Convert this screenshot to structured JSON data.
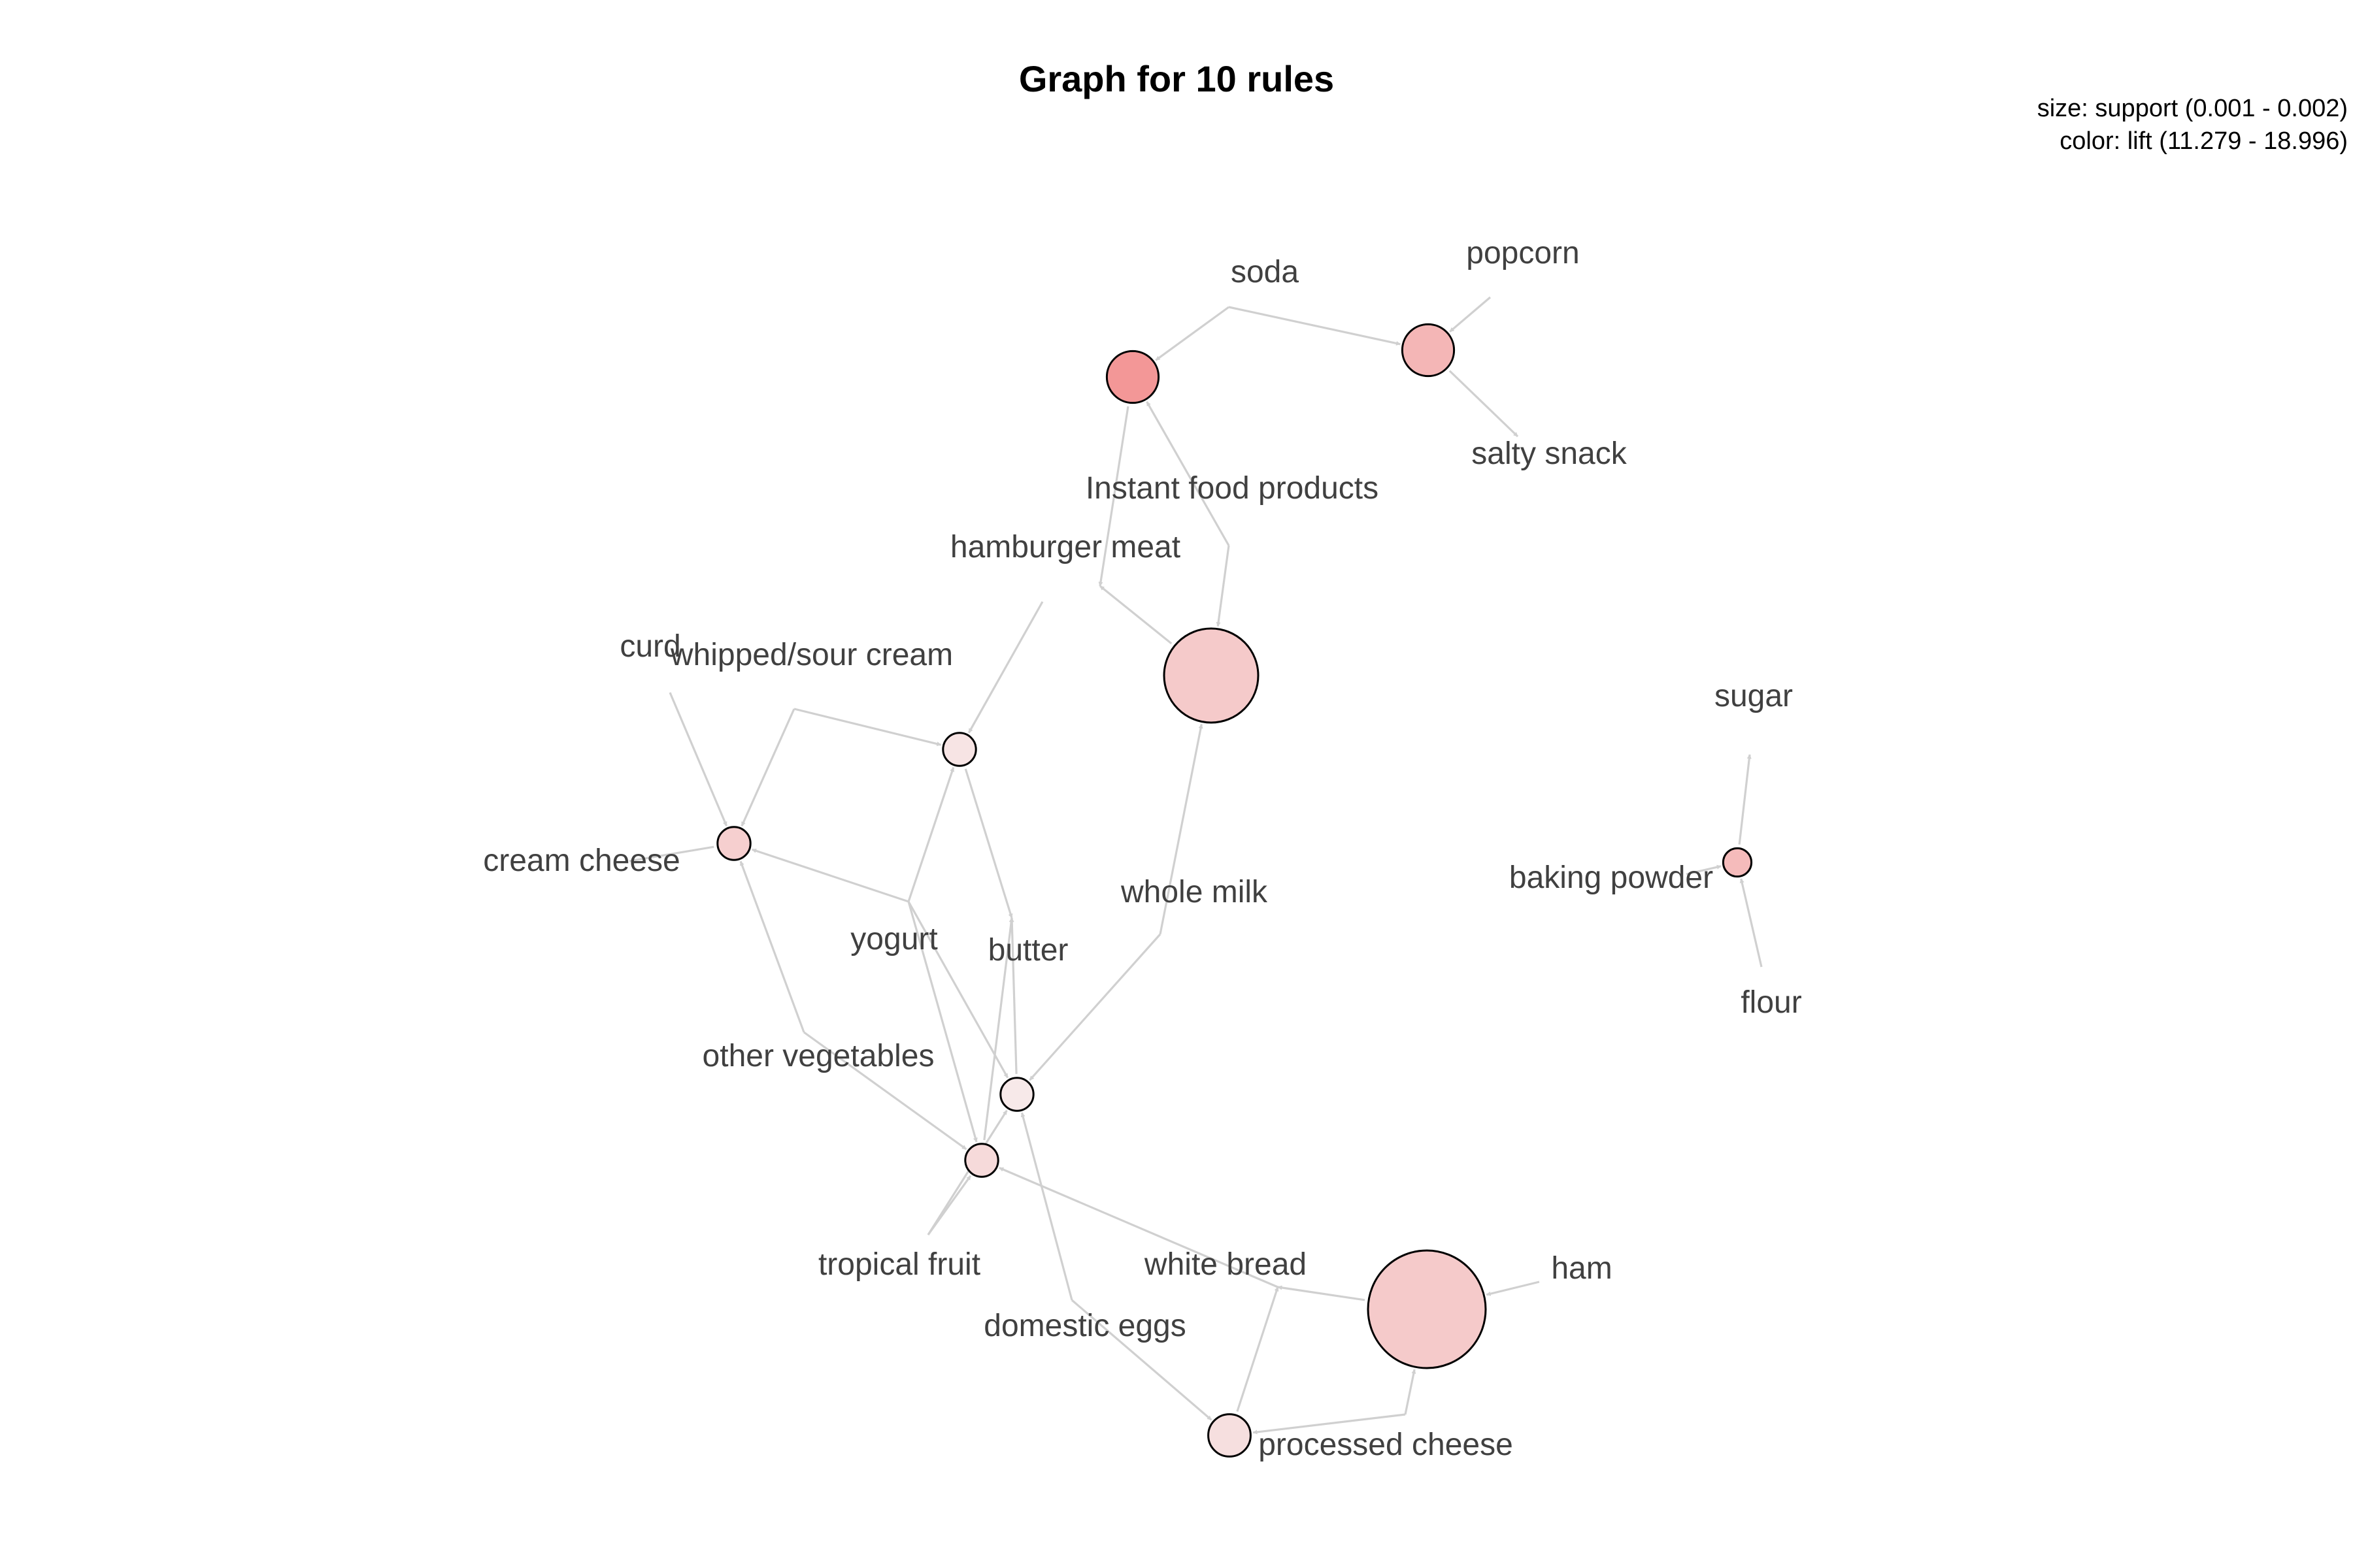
{
  "title": "Graph for 10 rules",
  "legend": {
    "size_line": "size: support (0.001 - 0.002)",
    "color_line": "color: lift (11.279 - 18.996)"
  },
  "colors": {
    "edge": "#d0d0d0",
    "label": "#404040",
    "node_stroke": "#000000",
    "lift_low": "#f7eeee",
    "lift_high": "#f28888"
  },
  "items": {
    "soda": "soda",
    "popcorn": "popcorn",
    "salty_snack": "salty snack",
    "instant_food": "Instant food products",
    "hamburger_meat": "hamburger meat",
    "curd": "curd",
    "whipped_sour_cream": "whipped/sour cream",
    "cream_cheese": "cream cheese",
    "yogurt": "yogurt",
    "butter": "butter",
    "whole_milk": "whole milk",
    "other_vegetables": "other vegetables",
    "tropical_fruit": "tropical fruit",
    "white_bread": "white bread",
    "domestic_eggs": "domestic eggs",
    "ham": "ham",
    "processed_cheese": "processed cheese",
    "sugar": "sugar",
    "baking_powder": "baking powder",
    "flour": "flour"
  },
  "rules": [
    {
      "id": "r1",
      "lhs": [
        "soda",
        "instant_food"
      ],
      "rhs": "hamburger_meat",
      "support_level": 0.3,
      "lift_level": 0.85
    },
    {
      "id": "r2",
      "lhs": [
        "soda",
        "popcorn"
      ],
      "rhs": "salty_snack",
      "support_level": 0.3,
      "lift_level": 0.55
    },
    {
      "id": "r3",
      "lhs": [
        "instant_food",
        "whole_milk"
      ],
      "rhs": "hamburger_meat",
      "support_level": 0.75,
      "lift_level": 0.35
    },
    {
      "id": "r4",
      "lhs": [
        "hamburger_meat",
        "whipped_sour_cream",
        "yogurt"
      ],
      "rhs": "butter",
      "support_level": 0.1,
      "lift_level": 0.1
    },
    {
      "id": "r5",
      "lhs": [
        "curd",
        "whipped_sour_cream",
        "yogurt",
        "other_vegetables"
      ],
      "rhs": "cream_cheese",
      "support_level": 0.1,
      "lift_level": 0.3
    },
    {
      "id": "r6",
      "lhs": [
        "yogurt",
        "whole_milk",
        "domestic_eggs",
        "tropical_fruit"
      ],
      "rhs": "butter",
      "support_level": 0.1,
      "lift_level": 0.05
    },
    {
      "id": "r7",
      "lhs": [
        "yogurt",
        "other_vegetables",
        "white_bread",
        "tropical_fruit"
      ],
      "rhs": "butter",
      "support_level": 0.1,
      "lift_level": 0.2
    },
    {
      "id": "r8",
      "lhs": [
        "ham",
        "processed_cheese"
      ],
      "rhs": "white_bread",
      "support_level": 1.0,
      "lift_level": 0.35
    },
    {
      "id": "r9",
      "lhs": [
        "domestic_eggs",
        "processed_cheese"
      ],
      "rhs": "white_bread",
      "support_level": 0.2,
      "lift_level": 0.15
    },
    {
      "id": "r10",
      "lhs": [
        "baking_powder",
        "flour"
      ],
      "rhs": "sugar",
      "support_level": 0.05,
      "lift_level": 0.5
    }
  ]
}
